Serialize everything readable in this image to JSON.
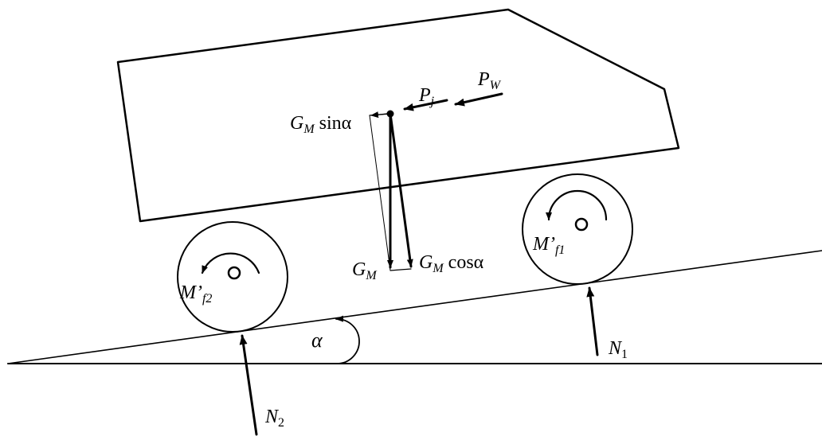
{
  "colors": {
    "ink": "#000000",
    "background": "#ffffff"
  },
  "labels": {
    "gm_sin": {
      "main": "G",
      "sub": "M",
      "tail": "sinα"
    },
    "pj": {
      "main": "P",
      "sub": "j"
    },
    "pw": {
      "main": "P",
      "sub": "W"
    },
    "gm": {
      "main": "G",
      "sub": "M"
    },
    "gm_cos": {
      "main": "G",
      "sub": "M",
      "tail": "cosα"
    },
    "mf1": {
      "main": "M’",
      "sub": "f1"
    },
    "mf2": {
      "main": "M’",
      "sub": "f2"
    },
    "alpha": "α",
    "n1": {
      "main": "N",
      "sub": "1"
    },
    "n2": {
      "main": "N",
      "sub": "2"
    }
  }
}
